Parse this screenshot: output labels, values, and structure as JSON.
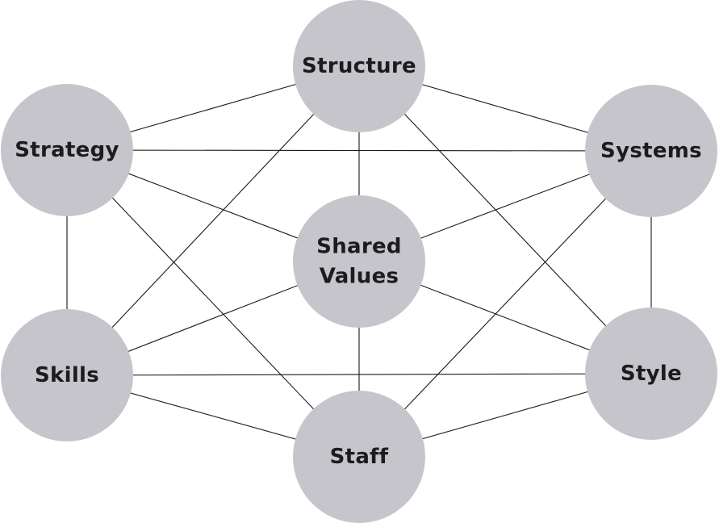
{
  "nodes": [
    {
      "id": "structure",
      "label_lines": [
        "Structure"
      ]
    },
    {
      "id": "strategy",
      "label_lines": [
        "Strategy"
      ]
    },
    {
      "id": "systems",
      "label_lines": [
        "Systems"
      ]
    },
    {
      "id": "shared-values",
      "label_lines": [
        "Shared",
        "Values"
      ]
    },
    {
      "id": "skills",
      "label_lines": [
        "Skills"
      ]
    },
    {
      "id": "style",
      "label_lines": [
        "Style"
      ]
    },
    {
      "id": "staff",
      "label_lines": [
        "Staff"
      ]
    }
  ],
  "edges": [
    [
      "structure",
      "strategy"
    ],
    [
      "structure",
      "systems"
    ],
    [
      "structure",
      "shared-values"
    ],
    [
      "structure",
      "skills"
    ],
    [
      "structure",
      "style"
    ],
    [
      "strategy",
      "systems"
    ],
    [
      "strategy",
      "shared-values"
    ],
    [
      "strategy",
      "skills"
    ],
    [
      "strategy",
      "staff"
    ],
    [
      "systems",
      "shared-values"
    ],
    [
      "systems",
      "style"
    ],
    [
      "systems",
      "staff"
    ],
    [
      "shared-values",
      "skills"
    ],
    [
      "shared-values",
      "style"
    ],
    [
      "shared-values",
      "staff"
    ],
    [
      "skills",
      "style"
    ],
    [
      "skills",
      "staff"
    ],
    [
      "style",
      "staff"
    ]
  ],
  "colors": {
    "node_fill": "#c5c5cb",
    "edge_stroke": "#1a1a1a",
    "label_text": "#1c1c1c",
    "background": "#ffffff"
  }
}
